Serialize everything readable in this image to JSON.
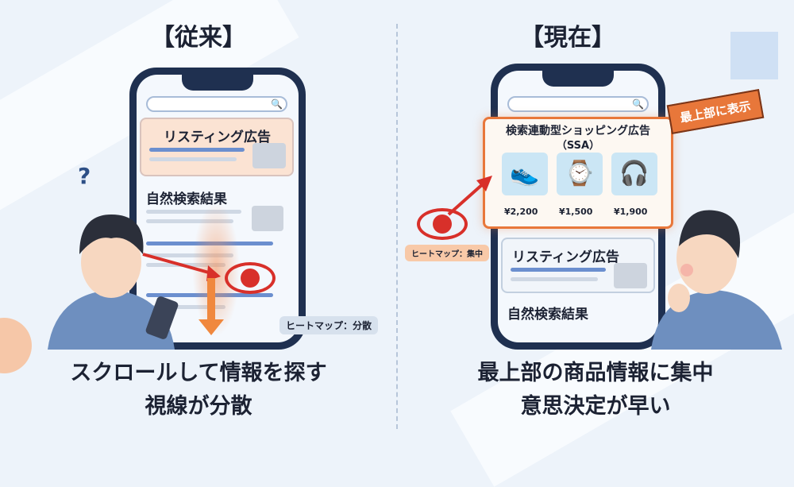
{
  "left": {
    "title": "【従来】",
    "listing_ad": "リスティング広告",
    "organic": "自然検索結果",
    "heatmap_badge": "ヒートマップ：分散",
    "question": "?",
    "caption_line1": "スクロールして情報を探す",
    "caption_line2": "視線が分散"
  },
  "right": {
    "title": "【現在】",
    "ribbon": "最上部に表示",
    "ssa_title": "検索連動型ショッピング広告",
    "ssa_sub": "（SSA）",
    "products": [
      {
        "icon": "sneaker-icon",
        "glyph": "👟",
        "price": "¥2,200"
      },
      {
        "icon": "watch-icon",
        "glyph": "⌚",
        "price": "¥1,500"
      },
      {
        "icon": "headphones-icon",
        "glyph": "🎧",
        "price": "¥1,900"
      }
    ],
    "heatmap_badge": "ヒートマップ：集中",
    "listing_ad": "リスティング広告",
    "organic": "自然検索結果",
    "caption_line1": "最上部の商品情報に集中",
    "caption_line2": "意思決定が早い"
  },
  "colors": {
    "accent": "#e8773a",
    "eye": "#d8302a",
    "frame": "#1f3050"
  }
}
